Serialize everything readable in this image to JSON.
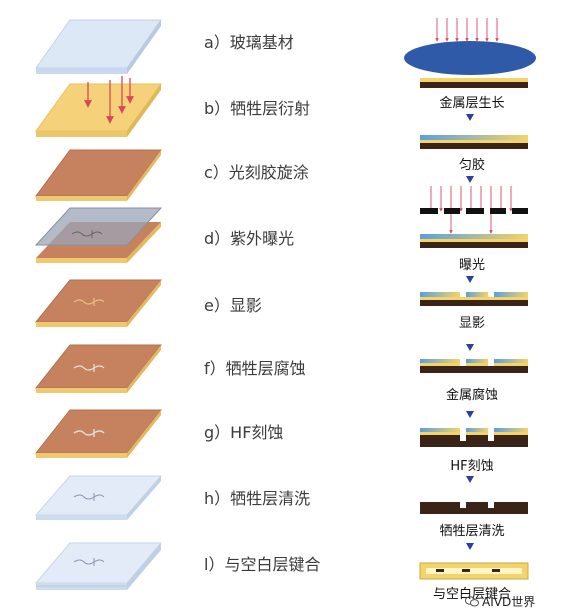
{
  "steps": [
    {
      "label": "a）玻璃基材"
    },
    {
      "label": "b）牺牲层衍射"
    },
    {
      "label": "c）光刻胶旋涂"
    },
    {
      "label": "d）紫外曝光"
    },
    {
      "label": "e）显影"
    },
    {
      "label": "f）牺牲层腐蚀"
    },
    {
      "label": "g）HF刻蚀"
    },
    {
      "label": "h）牺牲层清洗"
    },
    {
      "label": "l）与空白层键合"
    }
  ],
  "cross_sections": [
    {
      "label": "金属层生长"
    },
    {
      "label": "匀胶"
    },
    {
      "label": "曝光"
    },
    {
      "label": "显影"
    },
    {
      "label": "金属腐蚀"
    },
    {
      "label": "HF刻蚀"
    },
    {
      "label": "牺牲层清洗"
    },
    {
      "label": "与空白层键合"
    }
  ],
  "watermark": {
    "text": "AIVD世界"
  },
  "colors": {
    "glass": "#dde8f7",
    "sacrificial": "#f5d27a",
    "photoresist": "#c6825f",
    "metal": "#3a2418",
    "arrow_red": "#d9475a",
    "arrow_blue": "#2b3f9e",
    "ellipse_blue": "#2f5aa8",
    "metal_gold": "#f3d36a"
  }
}
